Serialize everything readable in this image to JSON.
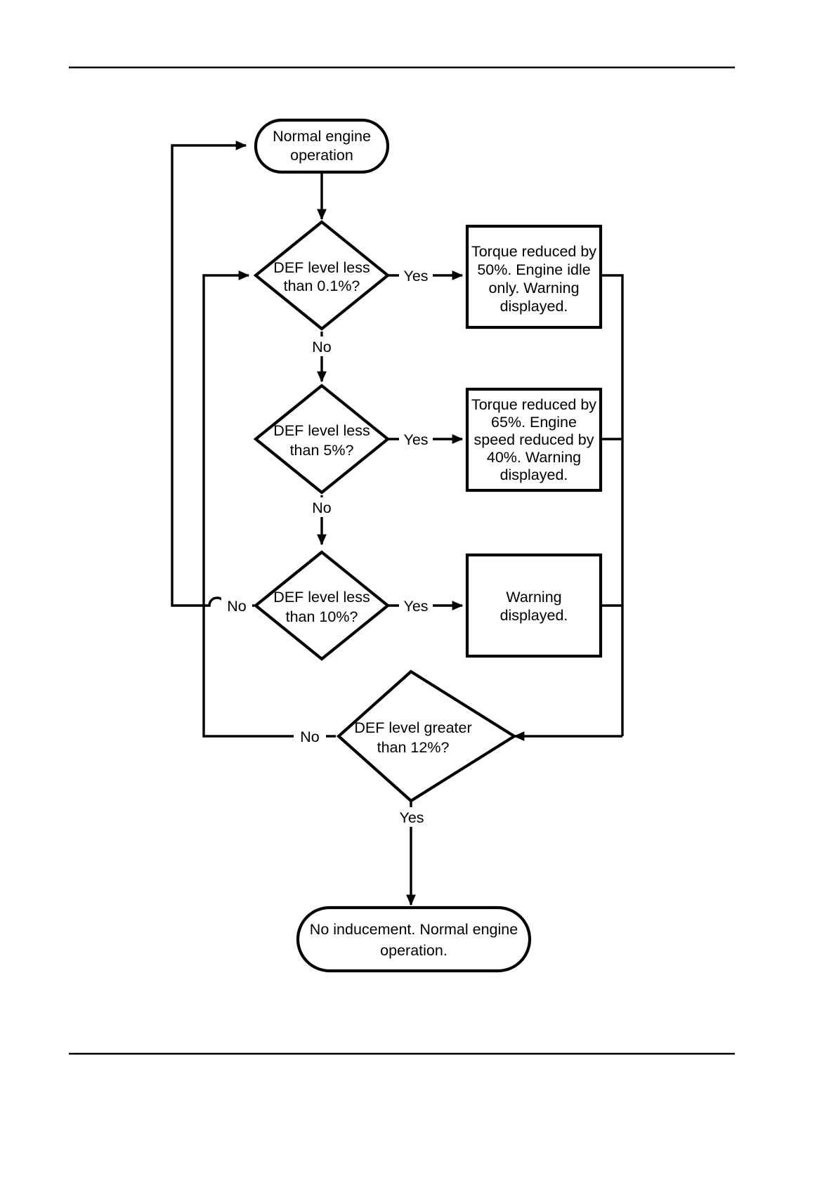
{
  "page": {
    "background_color": "#ffffff",
    "line_color": "#000000",
    "rules": {
      "top_rule": "horizontal-rule",
      "bottom_rule": "horizontal-rule"
    }
  },
  "chart_data": {
    "type": "diagram",
    "title": "DEF level inducement flowchart",
    "nodes": [
      {
        "id": "start",
        "shape": "terminator",
        "text": "Normal engine operation"
      },
      {
        "id": "d1",
        "shape": "decision",
        "text": "DEF level less than 0.1%?"
      },
      {
        "id": "p1",
        "shape": "process",
        "text": "Torque reduced by 50%.  Engine idle only.  Warning displayed."
      },
      {
        "id": "d2",
        "shape": "decision",
        "text": "DEF level less than 5%?"
      },
      {
        "id": "p2",
        "shape": "process",
        "text": "Torque reduced by 65%.  Engine speed reduced by 40%. Warning displayed."
      },
      {
        "id": "d3",
        "shape": "decision",
        "text": "DEF level less than 10%?"
      },
      {
        "id": "p3",
        "shape": "process",
        "text": "Warning displayed."
      },
      {
        "id": "d4",
        "shape": "decision",
        "text": "DEF level greater than 12%?"
      },
      {
        "id": "end",
        "shape": "terminator",
        "text": "No inducement.  Normal engine operation."
      }
    ],
    "edges": [
      {
        "from": "start",
        "to": "d1",
        "label": ""
      },
      {
        "from": "d1",
        "to": "p1",
        "label": "Yes"
      },
      {
        "from": "d1",
        "to": "d2",
        "label": "No"
      },
      {
        "from": "d2",
        "to": "p2",
        "label": "Yes"
      },
      {
        "from": "d2",
        "to": "d3",
        "label": "No"
      },
      {
        "from": "d3",
        "to": "p3",
        "label": "Yes"
      },
      {
        "from": "d3",
        "to": "start",
        "label": "No"
      },
      {
        "from": "p1",
        "to": "d4",
        "label": ""
      },
      {
        "from": "p2",
        "to": "d4",
        "label": ""
      },
      {
        "from": "p3",
        "to": "d4",
        "label": ""
      },
      {
        "from": "d4",
        "to": "d1",
        "label": "No"
      },
      {
        "from": "d4",
        "to": "end",
        "label": "Yes"
      }
    ]
  },
  "nodes": {
    "start": {
      "lines": [
        "Normal engine",
        "operation"
      ]
    },
    "decision1": {
      "lines": [
        "DEF level less",
        "than 0.1%?"
      ]
    },
    "process1": {
      "lines": [
        "Torque reduced by",
        "50%.  Engine idle",
        "only.  Warning",
        "displayed."
      ]
    },
    "decision2": {
      "lines": [
        "DEF level less",
        "than 5%?"
      ]
    },
    "process2": {
      "lines": [
        "Torque reduced by",
        "65%.  Engine",
        "speed reduced by",
        "40%. Warning",
        "displayed."
      ]
    },
    "decision3": {
      "lines": [
        "DEF level less",
        "than 10%?"
      ]
    },
    "process3": {
      "lines": [
        "Warning",
        "displayed."
      ]
    },
    "decision4": {
      "lines": [
        "DEF level greater",
        "than 12%?"
      ]
    },
    "end": {
      "lines": [
        "No inducement.  Normal engine",
        "operation."
      ]
    }
  },
  "labels": {
    "yes1": "Yes",
    "no1": "No",
    "yes2": "Yes",
    "no2": "No",
    "yes3": "Yes",
    "no3": "No",
    "no4": "No",
    "yes4": "Yes"
  }
}
